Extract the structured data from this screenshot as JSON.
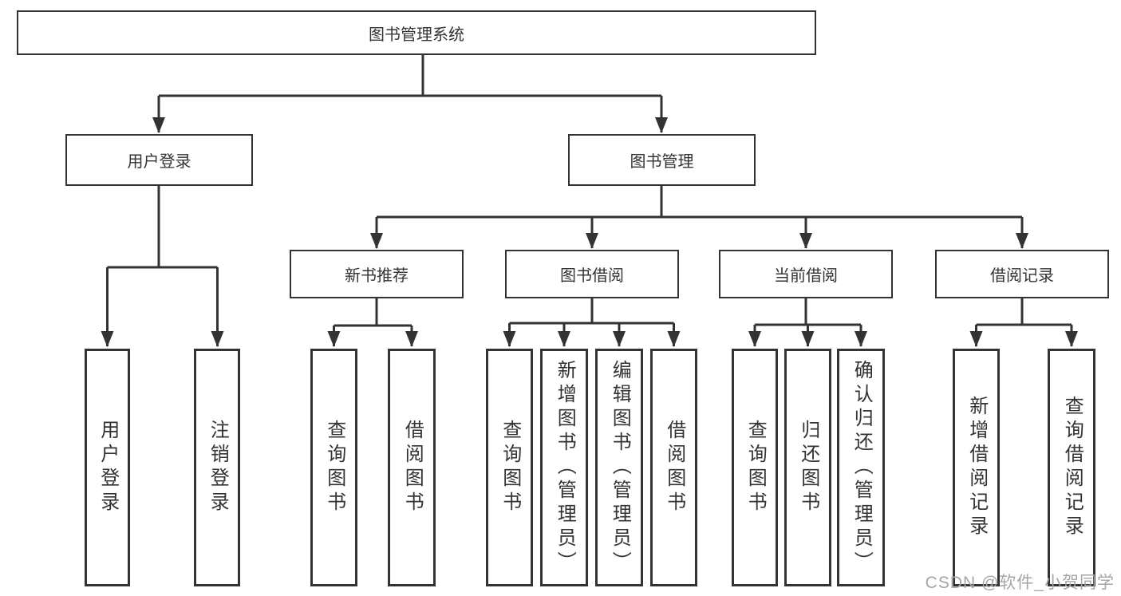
{
  "tree": {
    "label": "图书管理系统",
    "children": [
      {
        "label": "用户登录",
        "children": [
          {
            "label": "用户登录"
          },
          {
            "label": "注销登录"
          }
        ]
      },
      {
        "label": "图书管理",
        "children": [
          {
            "label": "新书推荐",
            "children": [
              {
                "label": "查询图书"
              },
              {
                "label": "借阅图书"
              }
            ]
          },
          {
            "label": "图书借阅",
            "children": [
              {
                "label": "查询图书"
              },
              {
                "label": "新增图书（管理员）"
              },
              {
                "label": "编辑图书（管理员）"
              },
              {
                "label": "借阅图书"
              }
            ]
          },
          {
            "label": "当前借阅",
            "children": [
              {
                "label": "查询图书"
              },
              {
                "label": "归还图书"
              },
              {
                "label": "确认归还（管理员）"
              }
            ]
          },
          {
            "label": "借阅记录",
            "children": [
              {
                "label": "新增借阅记录"
              },
              {
                "label": "查询借阅记录"
              }
            ]
          }
        ]
      }
    ]
  },
  "watermark": {
    "text": "CSDN @软件_小贺同学"
  },
  "colors": {
    "line": "#333333",
    "text": "#333333",
    "box_background": "#ffffff",
    "background": "#ffffff",
    "watermark": "#a6a6a6"
  }
}
